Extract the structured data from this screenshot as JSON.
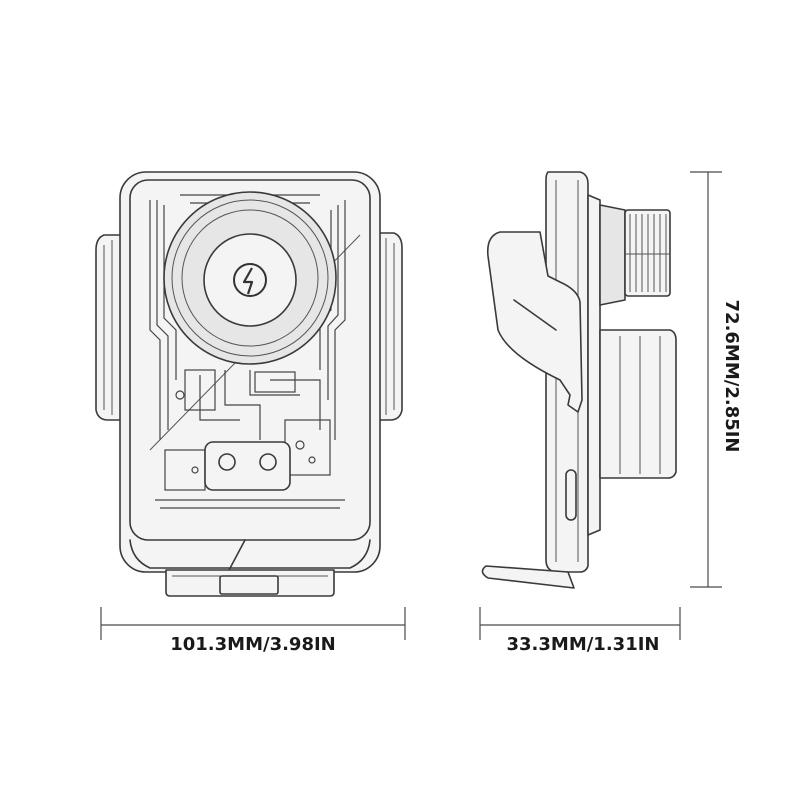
{
  "dimensions": {
    "width_label": "101.3MM/3.98IN",
    "depth_label": "33.3MM/1.31IN",
    "height_label": "72.6MM/2.85IN"
  },
  "colors": {
    "background": "#ffffff",
    "line": "#3a3a3a"
  },
  "icons": {
    "charging_symbol": "lightning-bolt-icon"
  }
}
